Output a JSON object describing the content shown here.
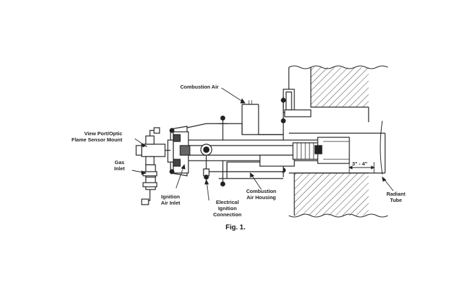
{
  "labels": {
    "combustion_air": "Combustion Air",
    "view_port_line1": "View Port/Optic",
    "view_port_line2": "Flame Sensor Mount",
    "gas_inlet_line1": "Gas",
    "gas_inlet_line2": "Inlet",
    "ignition_air_line1": "Ignition",
    "ignition_air_line2": "Air Inlet",
    "electrical_line1": "Electrical",
    "electrical_line2": "Ignition",
    "electrical_line3": "Connection",
    "combustion_housing_line1": "Combustion",
    "combustion_housing_line2": "Air Housing",
    "radiant_tube_line1": "Radiant",
    "radiant_tube_line2": "Tube",
    "dimension": "3\" - 4\""
  },
  "caption": "Fig. 1."
}
